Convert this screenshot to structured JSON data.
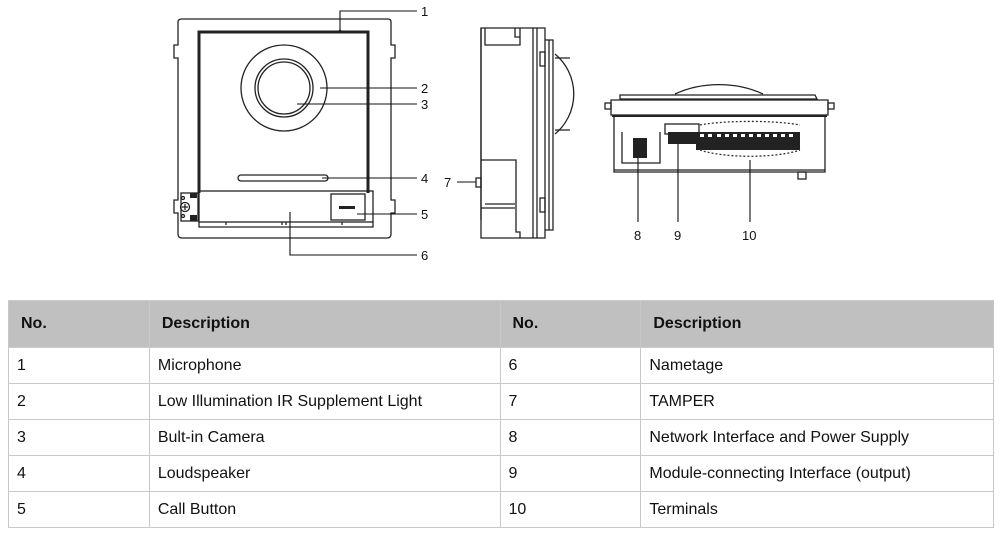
{
  "diagram": {
    "callouts": {
      "c1": "1",
      "c2": "2",
      "c3": "3",
      "c4": "4",
      "c5": "5",
      "c6": "6",
      "c7": "7",
      "c8": "8",
      "c9": "9",
      "c10": "10"
    }
  },
  "table": {
    "headers": [
      "No.",
      "Description",
      "No.",
      "Description"
    ],
    "rows": [
      {
        "no_a": "1",
        "desc_a": "Microphone",
        "no_b": "6",
        "desc_b": "Nametage"
      },
      {
        "no_a": "2",
        "desc_a": "Low Illumination IR Supplement Light",
        "no_b": "7",
        "desc_b": "TAMPER"
      },
      {
        "no_a": "3",
        "desc_a": "Bult-in Camera",
        "no_b": "8",
        "desc_b": "Network Interface and Power Supply"
      },
      {
        "no_a": "4",
        "desc_a": "Loudspeaker",
        "no_b": "9",
        "desc_b": "Module-connecting Interface (output)"
      },
      {
        "no_a": "5",
        "desc_a": "Call Button",
        "no_b": "10",
        "desc_b": "Terminals"
      }
    ],
    "header_color": "#c0c0c0",
    "border_color": "#c8c8c8"
  }
}
